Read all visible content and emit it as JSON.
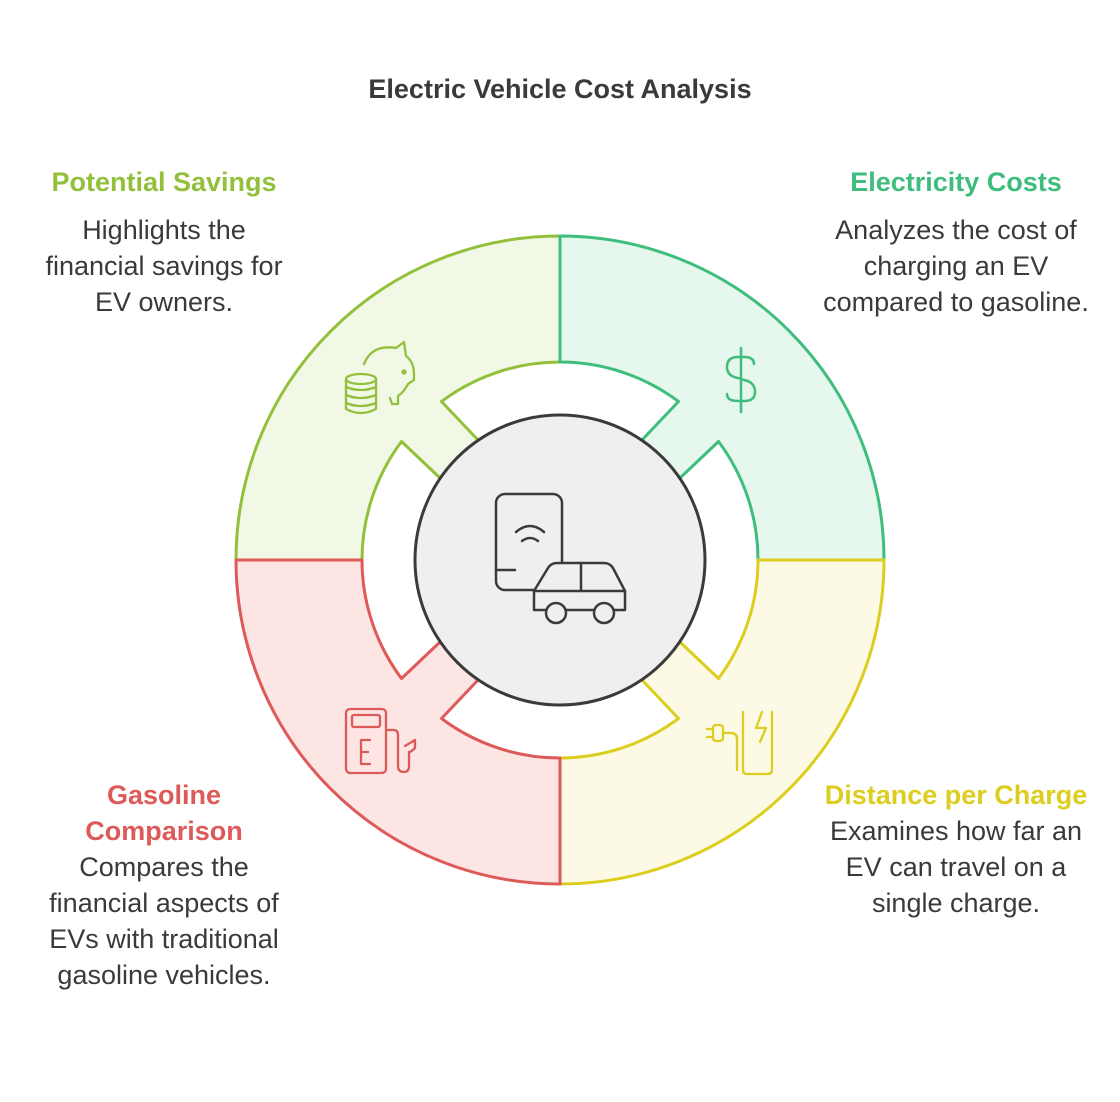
{
  "title": "Electric Vehicle Cost Analysis",
  "segments": [
    {
      "key": "savings",
      "heading": "Potential Savings",
      "description": "Highlights the financial savings for EV owners.",
      "icon": "piggy-bank-coins-icon",
      "stroke": "#93c03b",
      "fill": "#f2f8e6"
    },
    {
      "key": "electric",
      "heading": "Electricity Costs",
      "description": "Analyzes the cost of charging an EV compared to gasoline.",
      "icon": "dollar-sign-icon",
      "stroke": "#3fbd7d",
      "fill": "#e6f7ee"
    },
    {
      "key": "gas",
      "heading": "Gasoline Comparison",
      "description": "Compares the financial aspects of EVs with traditional gasoline vehicles.",
      "icon": "fuel-pump-icon",
      "stroke": "#de5a58",
      "fill": "#fde5e4"
    },
    {
      "key": "distance",
      "heading": "Distance per Charge",
      "description": "Examines how far an EV can travel on a single charge.",
      "icon": "ev-charger-icon",
      "stroke": "#dccd1e",
      "fill": "#fcfae4"
    }
  ],
  "center": {
    "icon": "phone-car-icon",
    "stroke": "#3a3a3a",
    "fill": "#efefef"
  }
}
